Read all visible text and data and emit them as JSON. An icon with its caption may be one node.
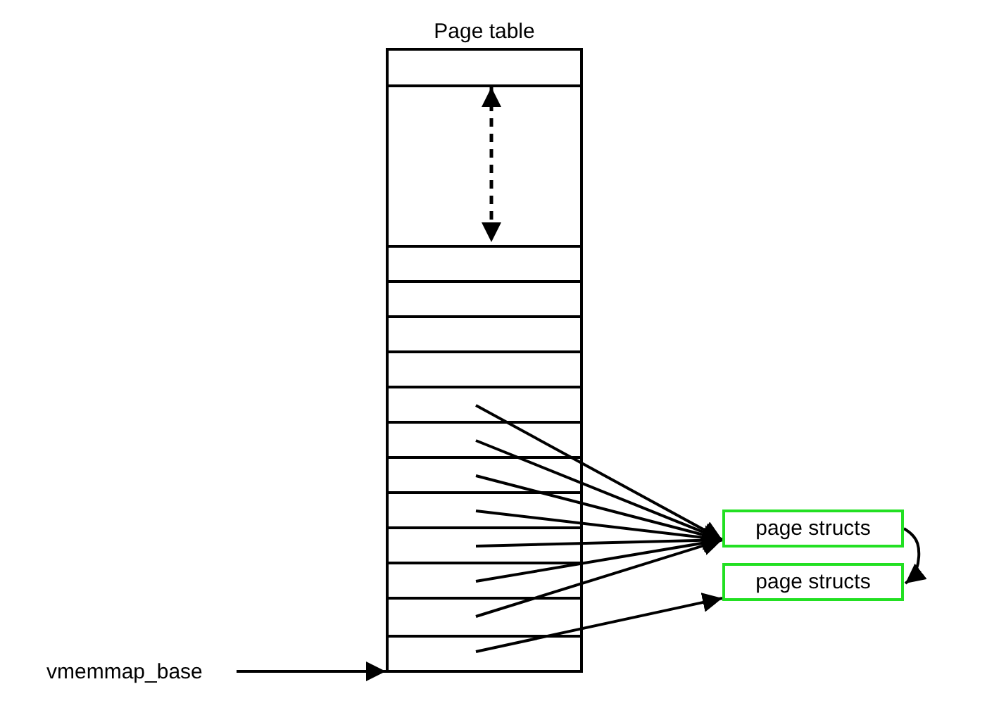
{
  "diagram": {
    "nodes": [
      {
        "text": [
          "Page table"
        ]
      },
      {
        "text": [
          "page structs"
        ]
      },
      {
        "text": [
          "page structs"
        ]
      },
      {
        "text": [
          "vmemmap_base"
        ]
      }
    ],
    "edges": [
      {
        "from": 0,
        "to": 1,
        "arrow": "to"
      },
      {
        "from": 0,
        "to": 1,
        "arrow": "to"
      },
      {
        "from": 0,
        "to": 1,
        "arrow": "to"
      },
      {
        "from": 0,
        "to": 1,
        "arrow": "to"
      },
      {
        "from": 0,
        "to": 1,
        "arrow": "to"
      },
      {
        "from": 0,
        "to": 1,
        "arrow": "to"
      },
      {
        "from": 0,
        "to": 1,
        "arrow": "to"
      },
      {
        "from": 0,
        "to": 2,
        "arrow": "to"
      },
      {
        "from": 1,
        "to": 2,
        "arrow": "to"
      },
      {
        "from": 3,
        "to": 0,
        "arrow": "to"
      }
    ]
  }
}
